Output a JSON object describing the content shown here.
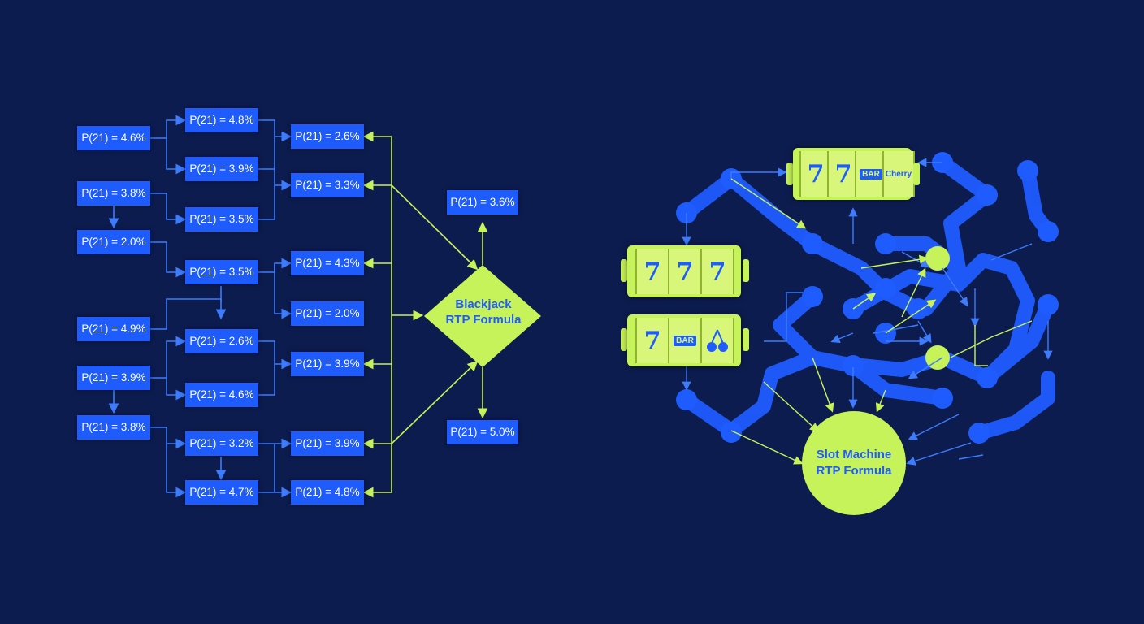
{
  "blackjack": {
    "formula_label_line1": "Blackjack",
    "formula_label_line2": "RTP Formula",
    "boxes": [
      "P(21) = 4.6%",
      "P(21) = 3.8%",
      "P(21) = 2.0%",
      "P(21) = 4.9%",
      "P(21) = 3.9%",
      "P(21) = 3.8%",
      "P(21) = 4.8%",
      "P(21) = 3.9%",
      "P(21) = 3.5%",
      "P(21) = 3.5%",
      "P(21) = 2.6%",
      "P(21) = 4.6%",
      "P(21) = 3.2%",
      "P(21) = 4.7%",
      "P(21) = 2.6%",
      "P(21) = 3.3%",
      "P(21) = 4.3%",
      "P(21) = 2.0%",
      "P(21) = 3.9%",
      "P(21) = 3.9%",
      "P(21) = 4.8%",
      "P(21) = 3.6%",
      "P(21) = 5.0%"
    ]
  },
  "slot": {
    "formula_label_line1": "Slot Machine",
    "formula_label_line2": "RTP Formula",
    "reel_top": [
      "7",
      "7",
      "BAR",
      "Cherry"
    ],
    "reel_mid": [
      "7",
      "7",
      "7"
    ],
    "reel_low": [
      "7",
      "BAR",
      "cherry-icon"
    ]
  },
  "colors": {
    "background": "#0d1c4f",
    "box_blue": "#1f5cff",
    "lime": "#c6f25a",
    "pipe_blue": "#1f5cff"
  }
}
